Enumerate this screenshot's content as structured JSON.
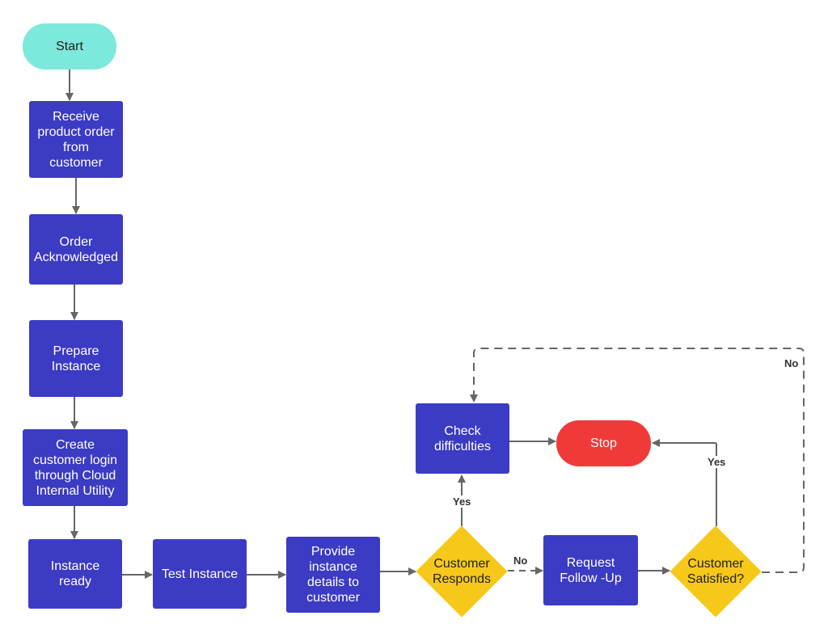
{
  "nodes": {
    "start": "Start",
    "receive_order": "Receive\nproduct order\nfrom\ncustomer",
    "order_ack": "Order\nAcknowledged",
    "prepare_instance": "Prepare\nInstance",
    "create_login": "Create\ncustomer login\nthrough Cloud\nInternal Utility",
    "instance_ready": "Instance\nready",
    "test_instance": "Test Instance",
    "provide_details": "Provide\ninstance\ndetails to\ncustomer",
    "customer_responds": "Customer\nResponds",
    "request_followup": "Request\nFollow -Up",
    "customer_satisfied": "Customer\nSatisfied?",
    "check_difficulties": "Check\ndifficulties",
    "stop": "Stop"
  },
  "edge_labels": {
    "responds_no": "No",
    "responds_yes": "Yes",
    "satisfied_yes": "Yes",
    "satisfied_no": "No"
  },
  "colors": {
    "process": "#3b3bc4",
    "start": "#7de8dc",
    "stop": "#f03a3a",
    "decision": "#f6c81a",
    "connector": "#666666"
  }
}
